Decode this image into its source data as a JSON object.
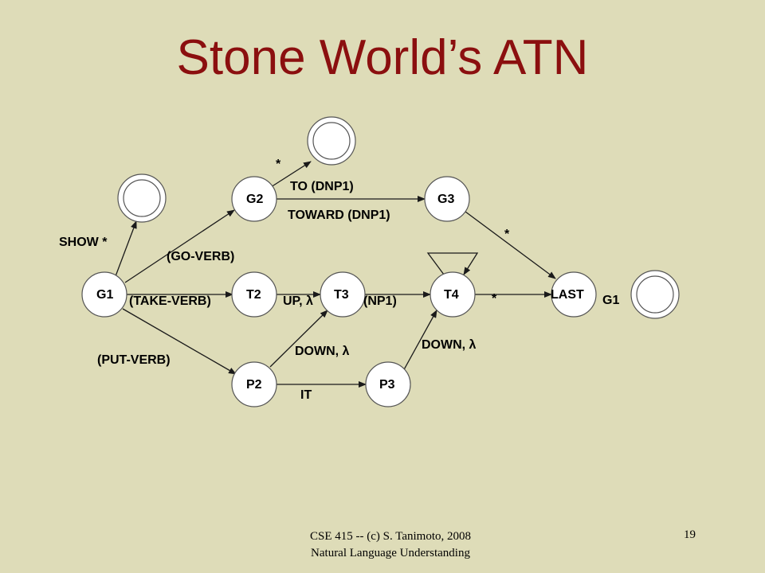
{
  "title": "Stone World’s ATN",
  "nodes": {
    "g1": "G1",
    "g2": "G2",
    "g3": "G3",
    "t2": "T2",
    "t3": "T3",
    "t4": "T4",
    "p2": "P2",
    "p3": "P3",
    "last": "LAST"
  },
  "edge_labels": {
    "show": "SHOW *",
    "go_verb": "(GO-VERB)",
    "take_verb": "(TAKE-VERB)",
    "put_verb": "(PUT-VERB)",
    "g2_star": "*",
    "to": "TO (DNP1)",
    "toward": "TOWARD (DNP1)",
    "g3_star": "*",
    "up": "UP, λ",
    "np1": "(NP1)",
    "t4_star": "*",
    "last_g1": "G1",
    "down_p2": "DOWN, λ",
    "down_p3": "DOWN, λ",
    "it": "IT"
  },
  "footer": {
    "line1": "CSE 415 -- (c) S. Tanimoto, 2008",
    "line2": "Natural Language Understanding"
  },
  "slide_number": "19"
}
